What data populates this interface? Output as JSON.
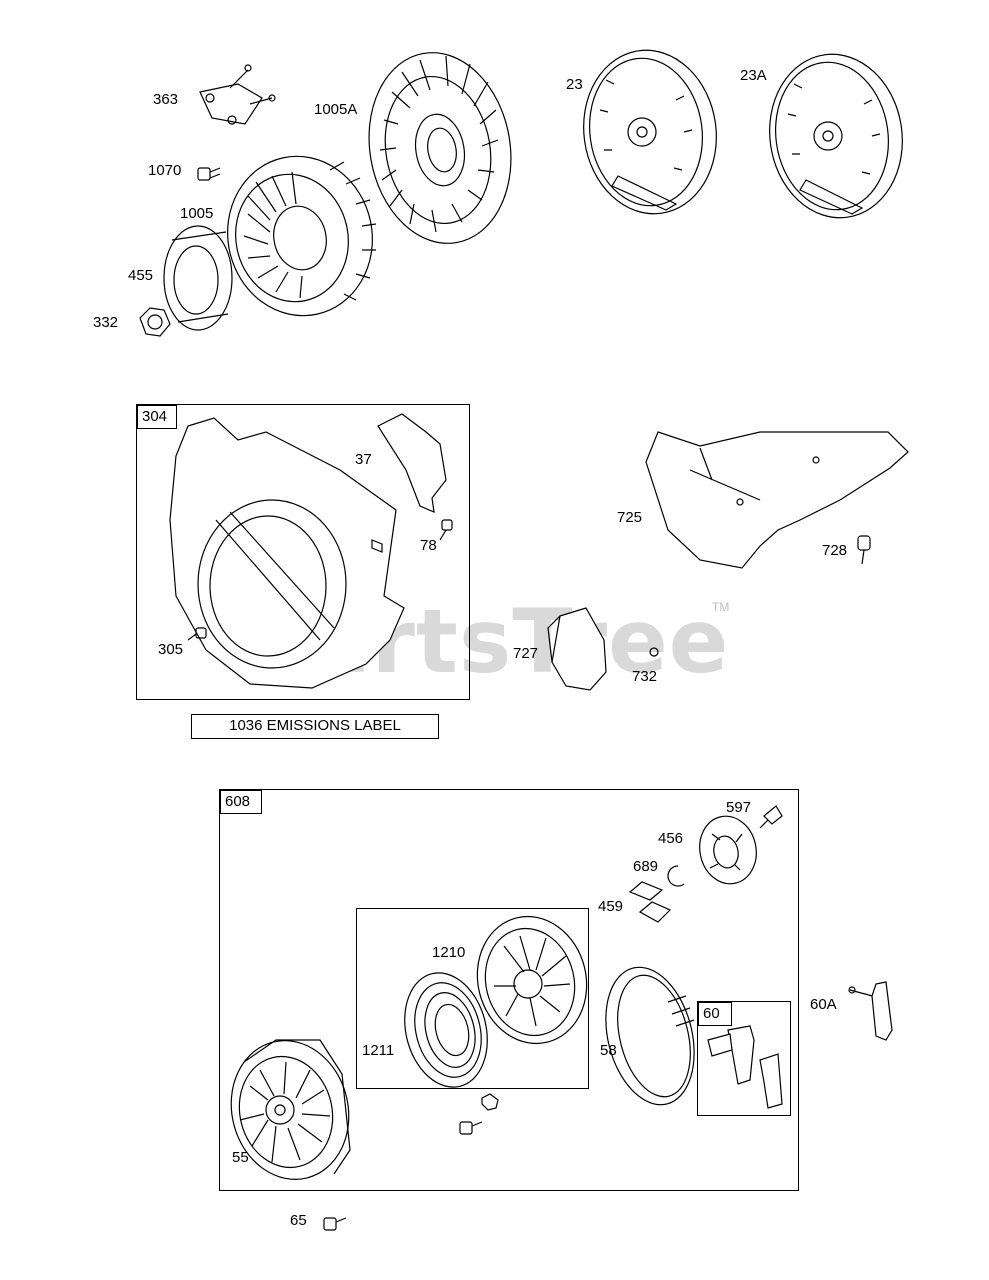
{
  "watermark": {
    "text": "PartsTree",
    "tm": "TM"
  },
  "emissions_label": "1036 EMISSIONS LABEL",
  "boxes": {
    "b304": "304",
    "b608": "608",
    "b60": "60"
  },
  "parts": {
    "p363": "363",
    "p1005A": "1005A",
    "p1070": "1070",
    "p1005": "1005",
    "p455": "455",
    "p332": "332",
    "p23": "23",
    "p23A": "23A",
    "p37": "37",
    "p78": "78",
    "p305": "305",
    "p725": "725",
    "p728": "728",
    "p727": "727",
    "p732": "732",
    "p597": "597",
    "p456": "456",
    "p689": "689",
    "p459": "459",
    "p1210": "1210",
    "p1211": "1211",
    "p58": "58",
    "p60A": "60A",
    "p55": "55",
    "p65": "65"
  }
}
